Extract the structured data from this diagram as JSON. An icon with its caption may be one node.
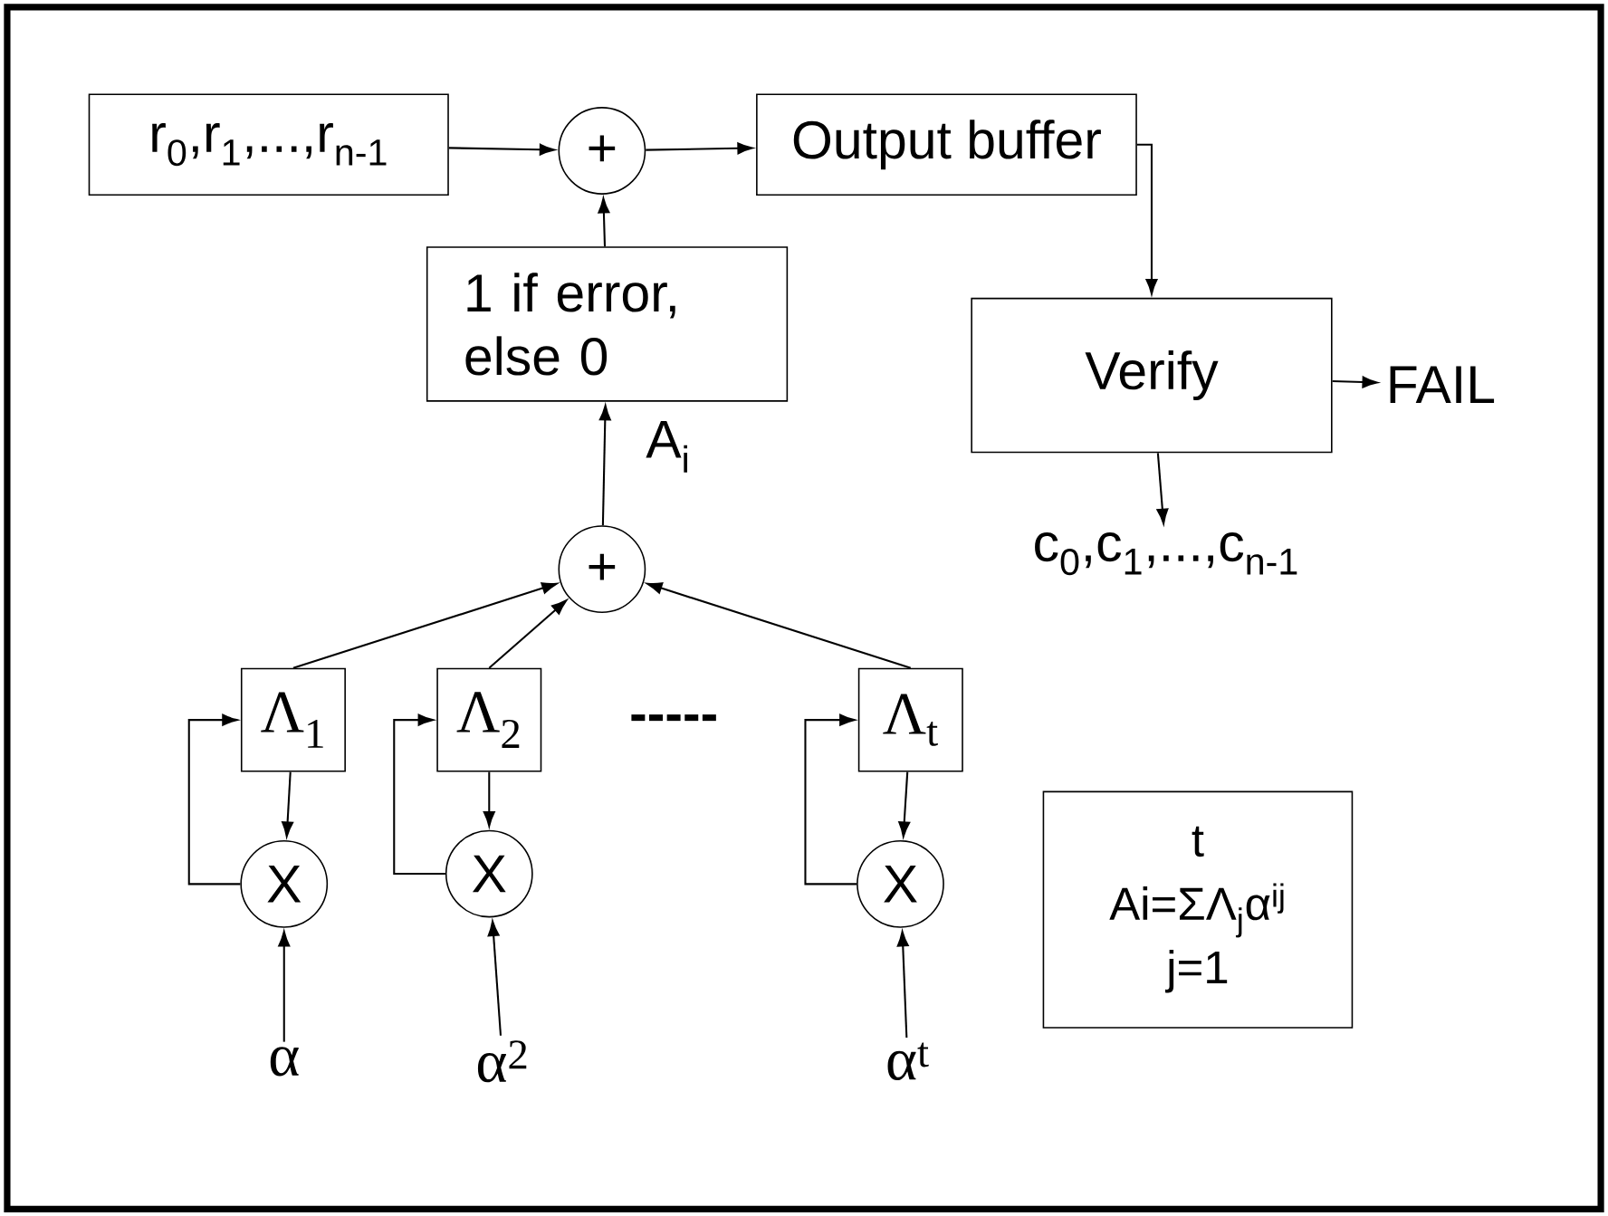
{
  "diagram": {
    "nodes": [
      {
        "text": [
          "r$_{0}$,r$_{1}$,...,r$_{n-1}$"
        ]
      },
      {
        "text": [
          "+"
        ]
      },
      {
        "text": [
          "Output buffer"
        ]
      },
      {
        "text": [
          "1 if error, else 0"
        ]
      },
      {
        "text": [
          "Verify"
        ]
      },
      {
        "text": [
          "FAIL"
        ]
      },
      {
        "text": [
          "c$_{0}$,c$_{1}$,...,c$_{n-1}$"
        ]
      },
      {
        "text": [
          "+"
        ]
      },
      {
        "text": [
          "Λ$_{1}$"
        ]
      },
      {
        "text": [
          "Λ$_{2}$"
        ]
      },
      {
        "text": [
          "Λ$_{t}$"
        ]
      },
      {
        "text": [
          "X"
        ]
      },
      {
        "text": [
          "X"
        ]
      },
      {
        "text": [
          "X"
        ]
      },
      {
        "text": [
          "α"
        ]
      },
      {
        "text": [
          "α$^{2}$"
        ]
      },
      {
        "text": [
          "α$^{t}$"
        ]
      },
      {
        "text": [
          "t",
          "Ai=ΣΛ$_{j}$α$^{ij}$",
          "j=1"
        ]
      }
    ],
    "edges": [
      {
        "from": 0,
        "to": 1,
        "arrow": "to"
      },
      {
        "from": 1,
        "to": 2,
        "arrow": "to"
      },
      {
        "from": 3,
        "to": 1,
        "arrow": "to"
      },
      {
        "from": 2,
        "to": 4,
        "arrow": "to"
      },
      {
        "from": 4,
        "to": 5,
        "arrow": "to"
      },
      {
        "from": 4,
        "to": 6,
        "arrow": "to"
      },
      {
        "from": 7,
        "to": 3,
        "arrow": "to",
        "label": "A$_{i}$"
      },
      {
        "from": 8,
        "to": 7,
        "arrow": "to"
      },
      {
        "from": 9,
        "to": 7,
        "arrow": "to"
      },
      {
        "from": 10,
        "to": 7,
        "arrow": "to"
      },
      {
        "from": 8,
        "to": 11,
        "arrow": "to"
      },
      {
        "from": 11,
        "to": 8,
        "arrow": "to"
      },
      {
        "from": 9,
        "to": 12,
        "arrow": "to"
      },
      {
        "from": 12,
        "to": 9,
        "arrow": "to"
      },
      {
        "from": 10,
        "to": 13,
        "arrow": "to"
      },
      {
        "from": 13,
        "to": 10,
        "arrow": "to"
      },
      {
        "from": 14,
        "to": 11,
        "arrow": "to"
      },
      {
        "from": 15,
        "to": 12,
        "arrow": "to"
      },
      {
        "from": 16,
        "to": 13,
        "arrow": "to"
      }
    ],
    "labels": [
      "-----"
    ]
  }
}
